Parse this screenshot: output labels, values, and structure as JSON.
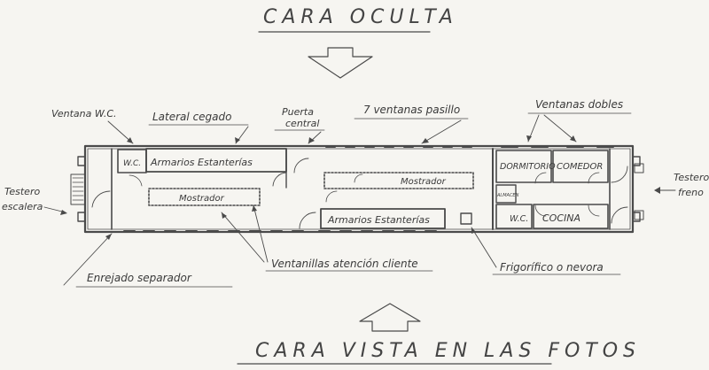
{
  "titles": {
    "top": "CARA OCULTA",
    "bottom": "CARA VISTA EN LAS FOTOS"
  },
  "annotations": {
    "ventana_wc": "Ventana W.C.",
    "lateral_cegado": "Lateral cegado",
    "puerta_central_1": "Puerta",
    "puerta_central_2": "central",
    "ventanas_pasillo": "7 ventanas pasillo",
    "ventanas_dobles": "Ventanas dobles",
    "testero_escalera_1": "Testero",
    "testero_escalera_2": "escalera",
    "testero_freno_1": "Testero",
    "testero_freno_2": "freno",
    "enrejado": "Enrejado separador",
    "ventanillas": "Ventanillas atención cliente",
    "frigorifico": "Frigorífico o nevora"
  },
  "rooms": {
    "wc": "W.C.",
    "armarios_1": "Armarios Estanterías",
    "mostrador_1": "Mostrador",
    "mostrador_2": "Mostrador",
    "armarios_2": "Armarios Estanterías",
    "dormitorio": "DORMITORIO",
    "comedor": "COMEDOR",
    "wc2": "W.C.",
    "cocina": "COCINA",
    "small_room": "ALMACEN"
  },
  "colors": {
    "pencil": "#4a4a4a",
    "paper": "#f6f5f1"
  }
}
